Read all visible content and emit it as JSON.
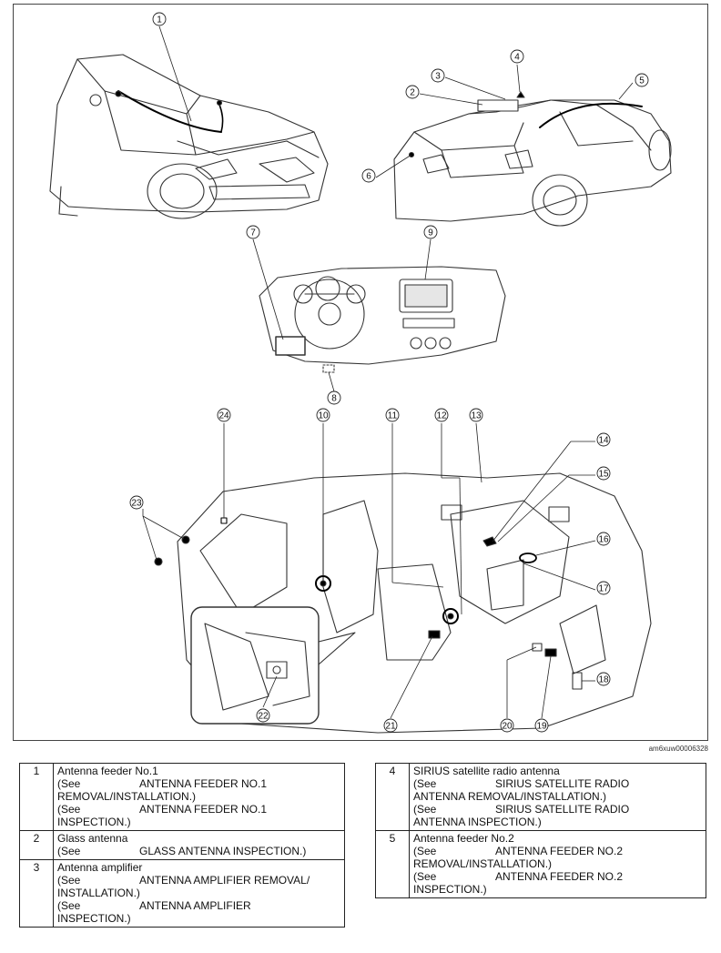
{
  "figure_id": "am6xuw00006328",
  "callouts": [
    "1",
    "2",
    "3",
    "4",
    "5",
    "6",
    "7",
    "8",
    "9",
    "10",
    "11",
    "12",
    "13",
    "14",
    "15",
    "16",
    "17",
    "18",
    "19",
    "20",
    "21",
    "22",
    "23",
    "24"
  ],
  "legend_left": [
    {
      "num": "1",
      "title": "Antenna feeder No.1",
      "refs": [
        {
          "see": "(See",
          "text": "ANTENNA FEEDER NO.1",
          "cont": "REMOVAL/INSTALLATION.)"
        },
        {
          "see": "(See",
          "text": "ANTENNA FEEDER NO.1",
          "cont": "INSPECTION.)"
        }
      ]
    },
    {
      "num": "2",
      "title": "Glass antenna",
      "refs": [
        {
          "see": "(See",
          "text": "GLASS ANTENNA INSPECTION.)",
          "cont": ""
        }
      ]
    },
    {
      "num": "3",
      "title": "Antenna amplifier",
      "refs": [
        {
          "see": "(See",
          "text": "ANTENNA AMPLIFIER REMOVAL/",
          "cont": "INSTALLATION.)"
        },
        {
          "see": "(See",
          "text": "ANTENNA AMPLIFIER",
          "cont": "INSPECTION.)"
        }
      ]
    }
  ],
  "legend_right": [
    {
      "num": "4",
      "title": "SIRIUS satellite radio antenna",
      "refs": [
        {
          "see": "(See",
          "text": "SIRIUS SATELLITE RADIO",
          "cont": "ANTENNA REMOVAL/INSTALLATION.)"
        },
        {
          "see": "(See",
          "text": "SIRIUS SATELLITE RADIO",
          "cont": "ANTENNA INSPECTION.)"
        }
      ]
    },
    {
      "num": "5",
      "title": "Antenna feeder No.2",
      "refs": [
        {
          "see": "(See",
          "text": "ANTENNA FEEDER NO.2",
          "cont": "REMOVAL/INSTALLATION.)"
        },
        {
          "see": "(See",
          "text": "ANTENNA FEEDER NO.2",
          "cont": "INSPECTION.)"
        }
      ]
    }
  ]
}
